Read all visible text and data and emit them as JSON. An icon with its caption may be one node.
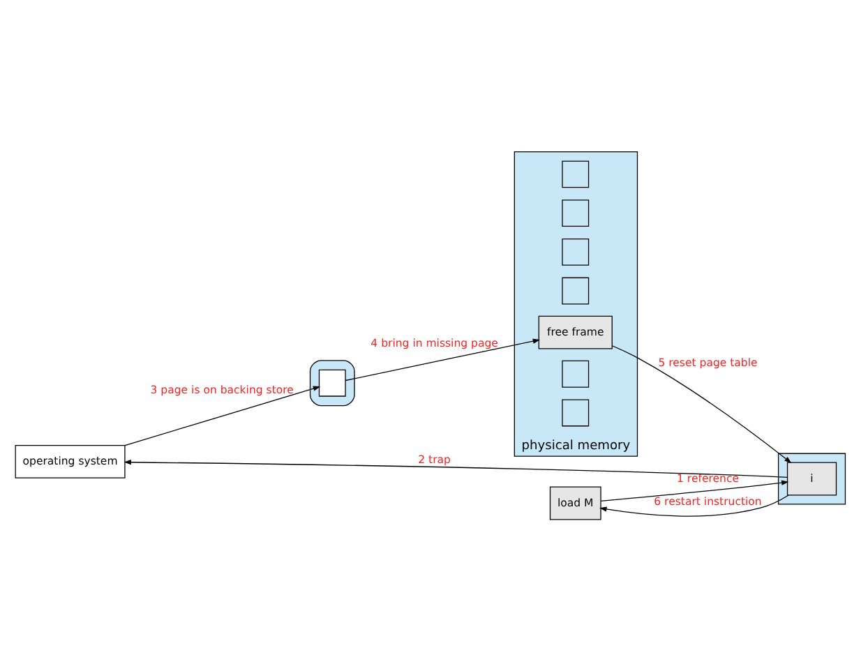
{
  "diagram": {
    "nodes": [
      {
        "text": [
          "operating system"
        ]
      },
      {
        "text": [
          "load M"
        ]
      },
      {
        "text": [],
        "shape": "box"
      },
      {
        "text": [
          "i"
        ],
        "in": 2
      },
      {
        "text": [
          "physical memory"
        ]
      },
      {
        "text": [],
        "shape": "box",
        "in": 4
      },
      {
        "text": [],
        "shape": "box",
        "in": 4
      },
      {
        "text": [
          "free frame"
        ],
        "in": 4
      },
      {
        "text": [],
        "shape": "box",
        "in": 4
      },
      {
        "text": [],
        "shape": "box",
        "in": 4
      },
      {
        "text": [],
        "shape": "box",
        "in": 4
      },
      {
        "text": [],
        "shape": "box",
        "in": 4
      },
      {
        "text": [],
        "shape": "cylinder"
      },
      {
        "text": [],
        "shape": "box",
        "in": 12
      }
    ],
    "edges": [
      {
        "from": 1,
        "to": 3,
        "arrow": "to",
        "label": "1 reference"
      },
      {
        "from": 3,
        "to": 0,
        "arrow": "to",
        "label": "2 trap"
      },
      {
        "from": 0,
        "to": 13,
        "arrow": "to",
        "label": "3 page is on backing store"
      },
      {
        "from": 13,
        "to": 7,
        "arrow": "to",
        "label": "4 bring in missing page"
      },
      {
        "from": 7,
        "to": 3,
        "arrow": "to",
        "label": "5 reset page table"
      },
      {
        "from": 3,
        "to": 1,
        "arrow": "to",
        "label": "6 restart instruction"
      }
    ]
  }
}
